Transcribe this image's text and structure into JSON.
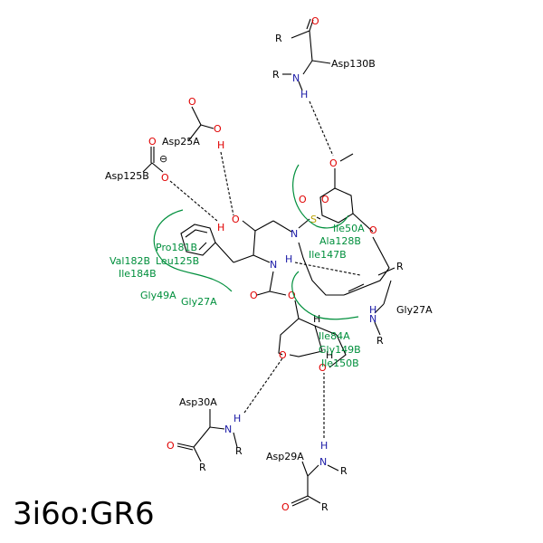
{
  "title": "3i6o:GR6",
  "residues": {
    "asp130b": "Asp130B",
    "asp25a": "Asp25A",
    "asp125b": "Asp125B",
    "pro181b": "Pro181B",
    "val182b": "Val182B",
    "leu125b": "Leu125B",
    "ile184b": "Ile184B",
    "gly49a": "Gly49A",
    "gly27a_left": "Gly27A",
    "ile50a": "Ile50A",
    "ala128b": "Ala128B",
    "ile147b": "Ile147B",
    "gly27a_right": "Gly27A",
    "ile84a": "Ile84A",
    "gly149b": "Gly149B",
    "ile150b": "Ile150B",
    "asp30a": "Asp30A",
    "asp29a": "Asp29A"
  },
  "atoms": {
    "R": "R",
    "N": "N",
    "H": "H",
    "O": "O",
    "S": "S",
    "minus": "⊖"
  },
  "colors": {
    "nitrogen": "#1a1aa6",
    "oxygen": "#e00000",
    "sulfur": "#b8a000",
    "hydrophobic": "#008f3c"
  }
}
